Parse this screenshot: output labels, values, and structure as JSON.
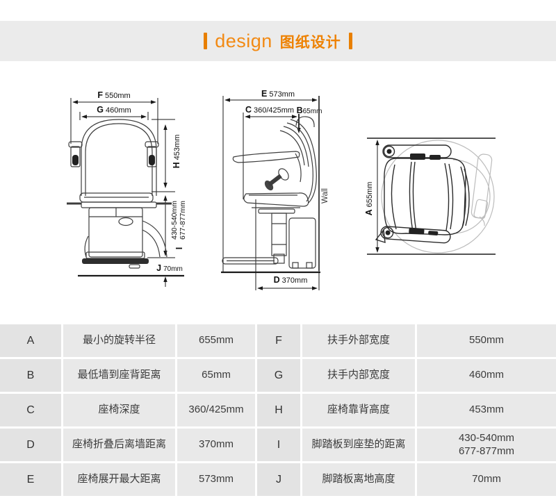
{
  "theme": {
    "accent_orange": "#ee8100",
    "band_gray": "#ebebeb",
    "cell_gray": "#e9e9e9",
    "letter_cell_gray": "#e3e3e3",
    "line_dark": "#3d3d3d",
    "swivel_gray": "#bcbcbc"
  },
  "header": {
    "title_en": "design",
    "title_cn": "图纸设计"
  },
  "drawings": {
    "front_view": {
      "dims": {
        "f": {
          "letter": "F",
          "value": "550mm"
        },
        "g": {
          "letter": "G",
          "value": "460mm"
        },
        "h": {
          "letter": "H",
          "value": "453mm"
        },
        "i": {
          "letter": "I",
          "value": "430-540mm\n677-877mm"
        },
        "j": {
          "letter": "J",
          "value": "70mm"
        }
      }
    },
    "side_view": {
      "wall_label": "Wall",
      "dims": {
        "e": {
          "letter": "E",
          "value": "573mm"
        },
        "c": {
          "letter": "C",
          "value": "360/425mm"
        },
        "b": {
          "letter": "B",
          "value": "65mm"
        },
        "d": {
          "letter": "D",
          "value": "370mm"
        }
      }
    },
    "top_view": {
      "dims": {
        "a": {
          "letter": "A",
          "value": "655mm"
        }
      }
    }
  },
  "table": {
    "rows": [
      {
        "l": {
          "key": "A",
          "label": "最小的旋转半径",
          "value": "655mm"
        },
        "r": {
          "key": "F",
          "label": "扶手外部宽度",
          "value": "550mm"
        }
      },
      {
        "l": {
          "key": "B",
          "label": "最低墙到座背距离",
          "value": "65mm"
        },
        "r": {
          "key": "G",
          "label": "扶手内部宽度",
          "value": "460mm"
        }
      },
      {
        "l": {
          "key": "C",
          "label": "座椅深度",
          "value": "360/425mm"
        },
        "r": {
          "key": "H",
          "label": "座椅靠背高度",
          "value": "453mm"
        }
      },
      {
        "l": {
          "key": "D",
          "label": "座椅折叠后离墙距离",
          "value": "370mm"
        },
        "r": {
          "key": "I",
          "label": "脚踏板到座垫的距离",
          "value": "430-540mm\n677-877mm"
        }
      },
      {
        "l": {
          "key": "E",
          "label": "座椅展开最大距离",
          "value": "573mm"
        },
        "r": {
          "key": "J",
          "label": "脚踏板离地高度",
          "value": "70mm"
        }
      }
    ]
  }
}
